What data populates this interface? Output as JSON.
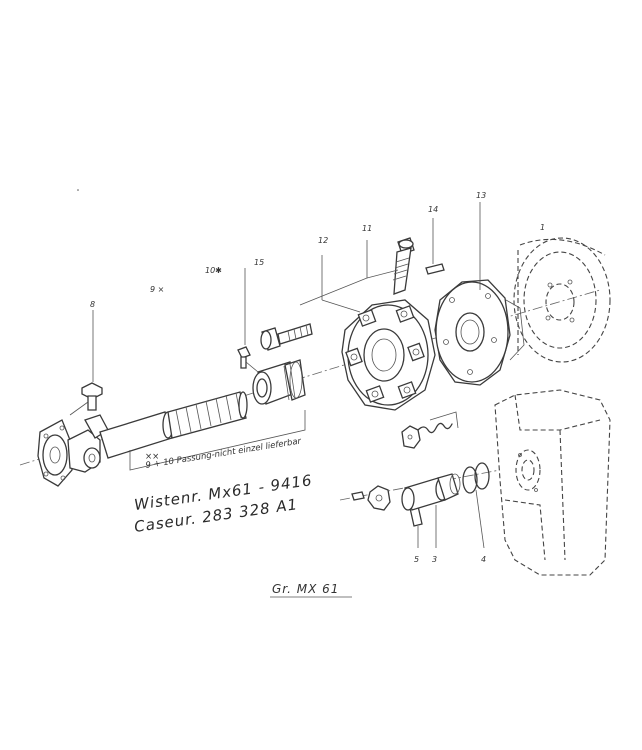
{
  "callouts": {
    "p1": "1",
    "p3": "3",
    "p4": "4",
    "p5": "5",
    "p8": "8",
    "p9": "9 ×",
    "p10": "10✱",
    "p11": "11",
    "p12": "12",
    "p13": "13",
    "p14": "14",
    "p15": "15"
  },
  "note": {
    "marks": "××",
    "text": "9 + 10 Passung-nicht einzel lieferbar"
  },
  "handwritten": {
    "line1": "Wistenr. Mx61 - 9416",
    "line2": "Caseur. 283 328 A1"
  },
  "title": "Gr. MX 61"
}
